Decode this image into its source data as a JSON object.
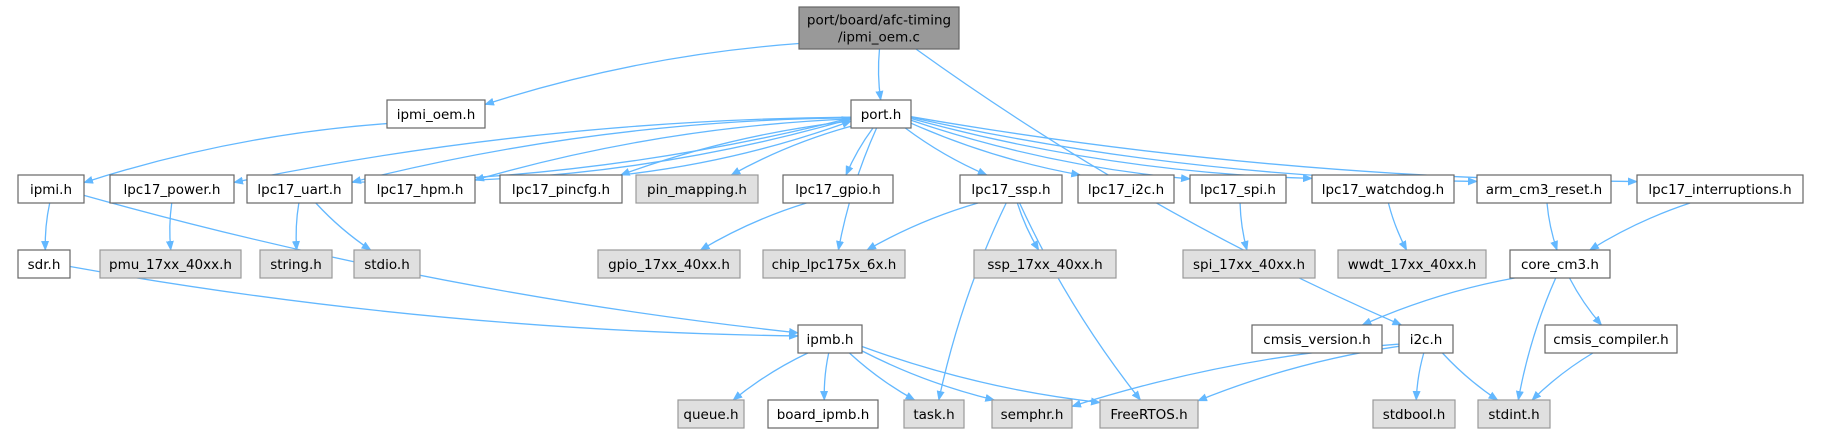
{
  "colors": {
    "edge": "#63b8ff",
    "node_border": "#666666",
    "root_fill": "#999999",
    "root_border": "#666666",
    "normal_fill": "#ffffff",
    "external_fill": "#e0e0e0",
    "external_border": "#999999"
  },
  "nodes": [
    {
      "id": "root",
      "lines": [
        "port/board/afc-timing",
        "/ipmi_oem.c"
      ],
      "style": "root"
    },
    {
      "id": "ipmi_oem_h",
      "lines": [
        "ipmi_oem.h"
      ],
      "style": "normal"
    },
    {
      "id": "port_h",
      "lines": [
        "port.h"
      ],
      "style": "normal"
    },
    {
      "id": "ipmi_h",
      "lines": [
        "ipmi.h"
      ],
      "style": "normal"
    },
    {
      "id": "lpc17_power_h",
      "lines": [
        "lpc17_power.h"
      ],
      "style": "normal"
    },
    {
      "id": "lpc17_uart_h",
      "lines": [
        "lpc17_uart.h"
      ],
      "style": "normal"
    },
    {
      "id": "lpc17_hpm_h",
      "lines": [
        "lpc17_hpm.h"
      ],
      "style": "normal"
    },
    {
      "id": "lpc17_pincfg_h",
      "lines": [
        "lpc17_pincfg.h"
      ],
      "style": "normal"
    },
    {
      "id": "pin_mapping_h",
      "lines": [
        "pin_mapping.h"
      ],
      "style": "external"
    },
    {
      "id": "lpc17_gpio_h",
      "lines": [
        "lpc17_gpio.h"
      ],
      "style": "normal"
    },
    {
      "id": "lpc17_ssp_h",
      "lines": [
        "lpc17_ssp.h"
      ],
      "style": "normal"
    },
    {
      "id": "lpc17_i2c_h",
      "lines": [
        "lpc17_i2c.h"
      ],
      "style": "normal"
    },
    {
      "id": "lpc17_spi_h",
      "lines": [
        "lpc17_spi.h"
      ],
      "style": "normal"
    },
    {
      "id": "lpc17_watchdog_h",
      "lines": [
        "lpc17_watchdog.h"
      ],
      "style": "normal"
    },
    {
      "id": "arm_cm3_reset_h",
      "lines": [
        "arm_cm3_reset.h"
      ],
      "style": "normal"
    },
    {
      "id": "lpc17_interruptions_h",
      "lines": [
        "lpc17_interruptions.h"
      ],
      "style": "normal"
    },
    {
      "id": "sdr_h",
      "lines": [
        "sdr.h"
      ],
      "style": "normal"
    },
    {
      "id": "pmu_h",
      "lines": [
        "pmu_17xx_40xx.h"
      ],
      "style": "external"
    },
    {
      "id": "string_h",
      "lines": [
        "string.h"
      ],
      "style": "external"
    },
    {
      "id": "stdio_h",
      "lines": [
        "stdio.h"
      ],
      "style": "external"
    },
    {
      "id": "gpio_17xx_h",
      "lines": [
        "gpio_17xx_40xx.h"
      ],
      "style": "external"
    },
    {
      "id": "chip_h",
      "lines": [
        "chip_lpc175x_6x.h"
      ],
      "style": "external"
    },
    {
      "id": "ssp_17xx_h",
      "lines": [
        "ssp_17xx_40xx.h"
      ],
      "style": "external"
    },
    {
      "id": "spi_17xx_h",
      "lines": [
        "spi_17xx_40xx.h"
      ],
      "style": "external"
    },
    {
      "id": "wwdt_h",
      "lines": [
        "wwdt_17xx_40xx.h"
      ],
      "style": "external"
    },
    {
      "id": "core_cm3_h",
      "lines": [
        "core_cm3.h"
      ],
      "style": "normal"
    },
    {
      "id": "ipmb_h",
      "lines": [
        "ipmb.h"
      ],
      "style": "normal"
    },
    {
      "id": "cmsis_version_h",
      "lines": [
        "cmsis_version.h"
      ],
      "style": "normal"
    },
    {
      "id": "i2c_h",
      "lines": [
        "i2c.h"
      ],
      "style": "normal"
    },
    {
      "id": "cmsis_compiler_h",
      "lines": [
        "cmsis_compiler.h"
      ],
      "style": "normal"
    },
    {
      "id": "queue_h",
      "lines": [
        "queue.h"
      ],
      "style": "external"
    },
    {
      "id": "board_ipmb_h",
      "lines": [
        "board_ipmb.h"
      ],
      "style": "normal"
    },
    {
      "id": "task_h",
      "lines": [
        "task.h"
      ],
      "style": "external"
    },
    {
      "id": "semphr_h",
      "lines": [
        "semphr.h"
      ],
      "style": "external"
    },
    {
      "id": "freertos_h",
      "lines": [
        "FreeRTOS.h"
      ],
      "style": "external"
    },
    {
      "id": "stdbool_h",
      "lines": [
        "stdbool.h"
      ],
      "style": "external"
    },
    {
      "id": "stdint_h",
      "lines": [
        "stdint.h"
      ],
      "style": "external"
    }
  ],
  "edges": [
    [
      "root",
      "ipmi_oem_h"
    ],
    [
      "root",
      "port_h"
    ],
    [
      "root",
      "i2c_h"
    ],
    [
      "ipmi_oem_h",
      "ipmi_h"
    ],
    [
      "port_h",
      "lpc17_power_h"
    ],
    [
      "port_h",
      "lpc17_uart_h"
    ],
    [
      "port_h",
      "lpc17_hpm_h"
    ],
    [
      "port_h",
      "lpc17_pincfg_h"
    ],
    [
      "port_h",
      "pin_mapping_h"
    ],
    [
      "port_h",
      "lpc17_gpio_h"
    ],
    [
      "port_h",
      "chip_h"
    ],
    [
      "port_h",
      "lpc17_ssp_h"
    ],
    [
      "port_h",
      "lpc17_i2c_h"
    ],
    [
      "port_h",
      "lpc17_spi_h"
    ],
    [
      "port_h",
      "lpc17_watchdog_h"
    ],
    [
      "port_h",
      "arm_cm3_reset_h"
    ],
    [
      "port_h",
      "lpc17_interruptions_h"
    ],
    [
      "lpc17_uart_h",
      "port_h"
    ],
    [
      "lpc17_hpm_h",
      "port_h"
    ],
    [
      "lpc17_pincfg_h",
      "port_h"
    ],
    [
      "ipmi_h",
      "sdr_h"
    ],
    [
      "ipmi_h",
      "ipmb_h"
    ],
    [
      "sdr_h",
      "ipmb_h"
    ],
    [
      "lpc17_power_h",
      "pmu_h"
    ],
    [
      "lpc17_uart_h",
      "string_h"
    ],
    [
      "lpc17_uart_h",
      "stdio_h"
    ],
    [
      "lpc17_gpio_h",
      "gpio_17xx_h"
    ],
    [
      "lpc17_ssp_h",
      "chip_h"
    ],
    [
      "lpc17_ssp_h",
      "ssp_17xx_h"
    ],
    [
      "lpc17_ssp_h",
      "task_h"
    ],
    [
      "lpc17_ssp_h",
      "freertos_h"
    ],
    [
      "lpc17_spi_h",
      "spi_17xx_h"
    ],
    [
      "lpc17_watchdog_h",
      "wwdt_h"
    ],
    [
      "arm_cm3_reset_h",
      "core_cm3_h"
    ],
    [
      "lpc17_interruptions_h",
      "core_cm3_h"
    ],
    [
      "core_cm3_h",
      "cmsis_version_h"
    ],
    [
      "core_cm3_h",
      "cmsis_compiler_h"
    ],
    [
      "core_cm3_h",
      "stdint_h"
    ],
    [
      "cmsis_compiler_h",
      "stdint_h"
    ],
    [
      "i2c_h",
      "stdbool_h"
    ],
    [
      "i2c_h",
      "stdint_h"
    ],
    [
      "i2c_h",
      "freertos_h"
    ],
    [
      "i2c_h",
      "semphr_h"
    ],
    [
      "ipmb_h",
      "queue_h"
    ],
    [
      "ipmb_h",
      "board_ipmb_h"
    ],
    [
      "ipmb_h",
      "task_h"
    ],
    [
      "ipmb_h",
      "semphr_h"
    ],
    [
      "ipmb_h",
      "freertos_h"
    ]
  ]
}
